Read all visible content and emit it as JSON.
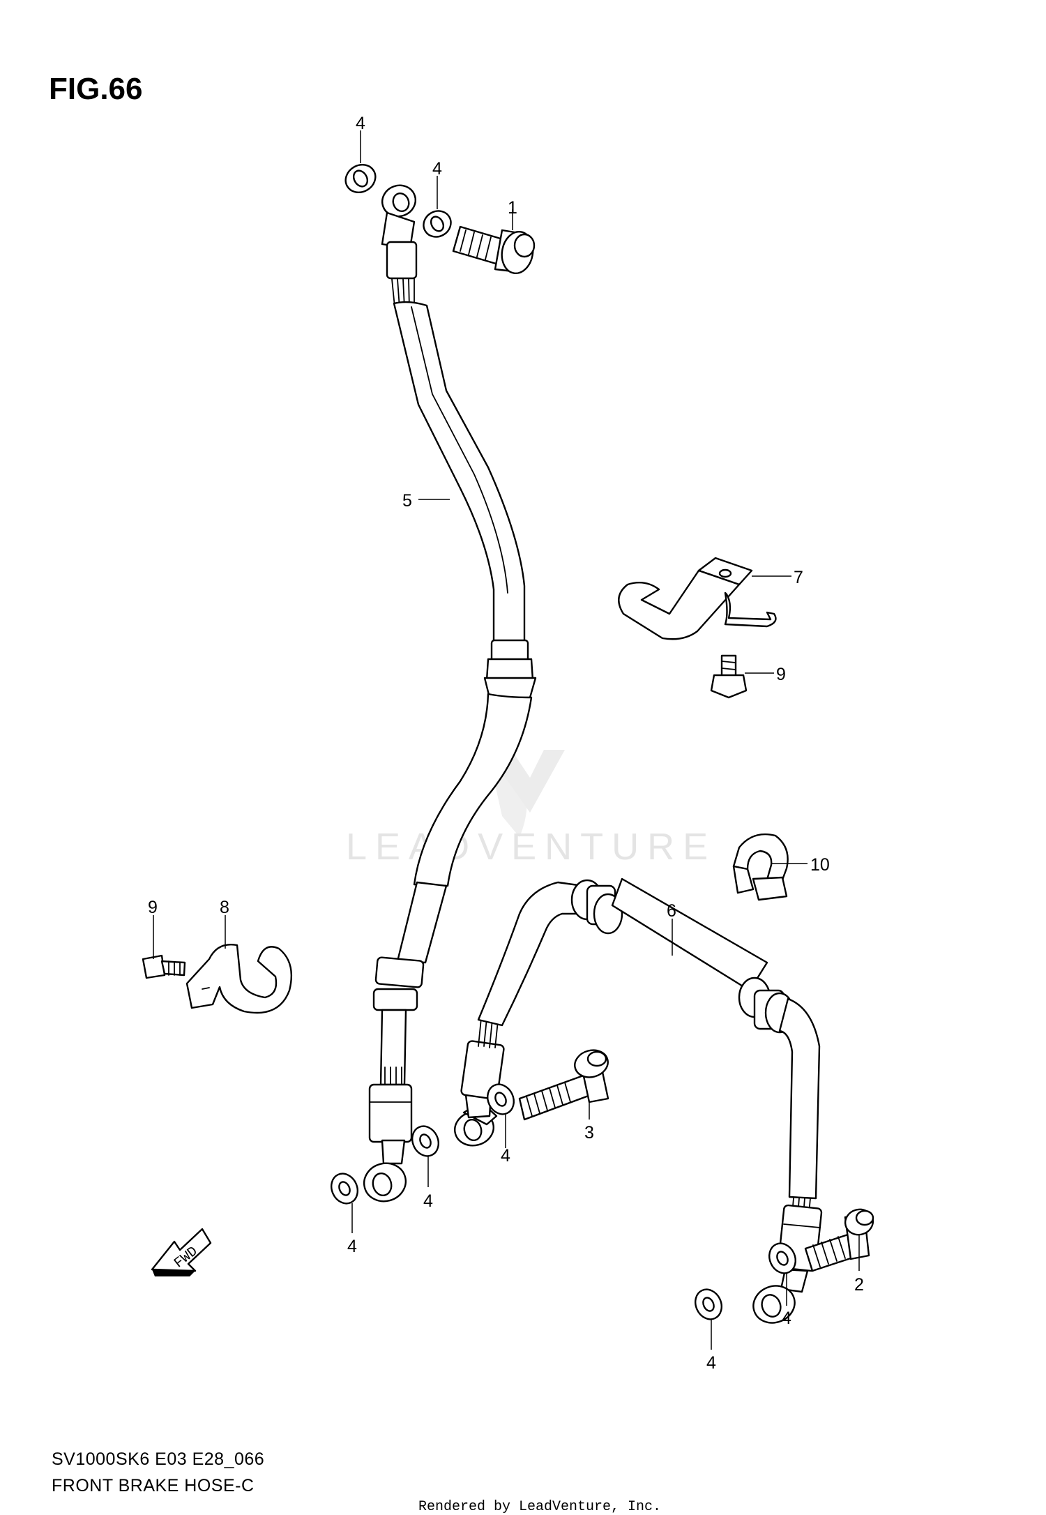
{
  "figure": {
    "title": "FIG.66",
    "model_code": "SV1000SK6 E03 E28_066",
    "caption": "FRONT BRAKE HOSE-C",
    "render_credit": "Rendered by LeadVenture, Inc.",
    "watermark": "LEADVENTURE",
    "fwd_marker": "FWD"
  },
  "callouts": [
    {
      "id": "c4a",
      "label": "4"
    },
    {
      "id": "c4b",
      "label": "4"
    },
    {
      "id": "c1",
      "label": "1"
    },
    {
      "id": "c5",
      "label": "5"
    },
    {
      "id": "c7",
      "label": "7"
    },
    {
      "id": "c9a",
      "label": "9"
    },
    {
      "id": "c10",
      "label": "10"
    },
    {
      "id": "c9b",
      "label": "9"
    },
    {
      "id": "c8",
      "label": "8"
    },
    {
      "id": "c6",
      "label": "6"
    },
    {
      "id": "c3",
      "label": "3"
    },
    {
      "id": "c4c",
      "label": "4"
    },
    {
      "id": "c4d",
      "label": "4"
    },
    {
      "id": "c4e",
      "label": "4"
    },
    {
      "id": "c2",
      "label": "2"
    },
    {
      "id": "c4f",
      "label": "4"
    },
    {
      "id": "c4g",
      "label": "4"
    }
  ]
}
